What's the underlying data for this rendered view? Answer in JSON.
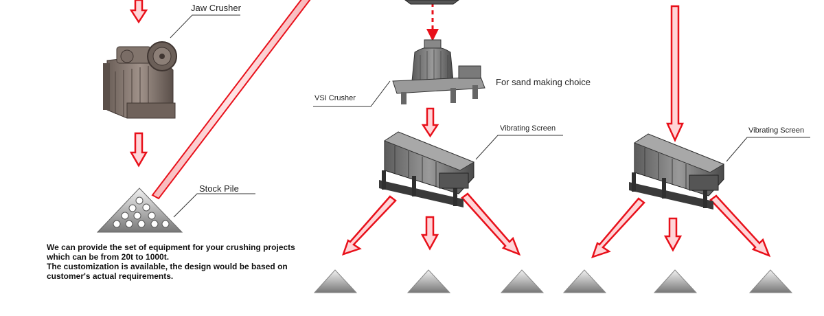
{
  "labels": {
    "jaw_crusher": "Jaw Crusher",
    "vsi_crusher": "VSI Crusher",
    "sand_choice": "For sand making choice",
    "vibrating_screen_1": "Vibrating Screen",
    "vibrating_screen_2": "Vibrating Screen",
    "stock_pile": "Stock Pile"
  },
  "description": {
    "line1": "We can provide the set of equipment for your crushing projects",
    "line2": "which can be from 20t to 1000t.",
    "line3": "The customization is available, the design would be based on",
    "line4": "customer's actual requirements."
  },
  "colors": {
    "arrow_red": "#e8101a",
    "arrow_fill": "#ffd5d8",
    "machine_body": "#6a6a6a",
    "machine_dark": "#3a3a3a"
  }
}
